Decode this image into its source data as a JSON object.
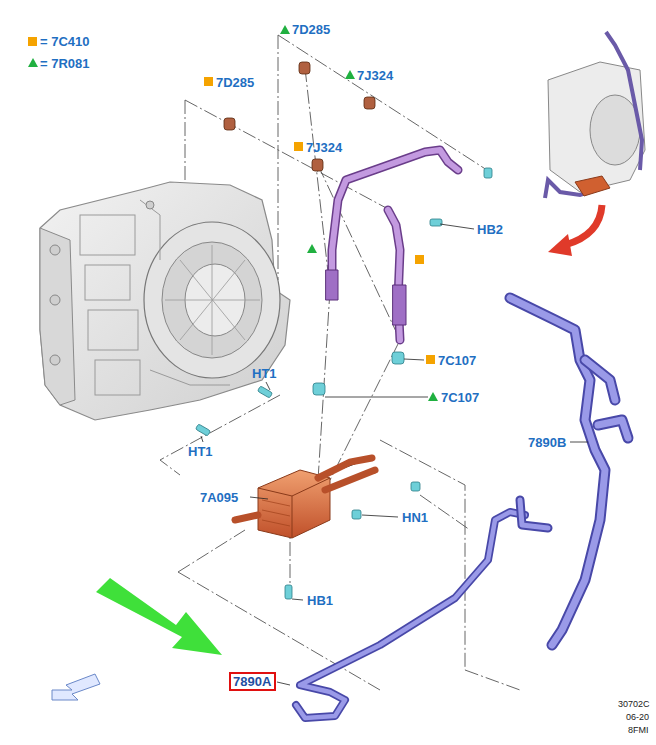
{
  "diagram": {
    "nodes": [
      {
        "text": [
          "7890A"
        ]
      }
    ],
    "labels": [
      "7D285",
      "7J324",
      "7D285",
      "7J324",
      "HB2",
      "7C107",
      "HT1",
      "7C107",
      "HT1",
      "7890B",
      "7A095",
      "HN1",
      "HB1",
      "30702C",
      "06-20",
      "8FMI"
    ],
    "legend": [
      {
        "text": "= 7C410",
        "color": "#f5a300"
      },
      {
        "text": "= 7R081"
      }
    ]
  }
}
